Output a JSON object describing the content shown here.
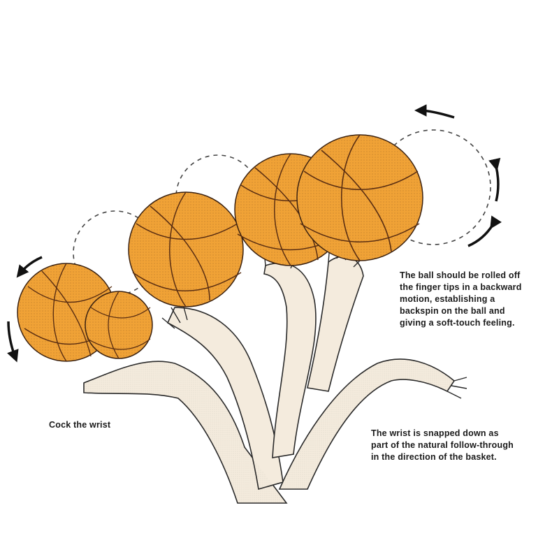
{
  "captions": {
    "backspin": [
      "The ball should be rolled off",
      "the finger tips in a backward",
      "motion, establishing  a",
      "backspin on the ball and",
      "giving a soft-touch feeling."
    ],
    "cock_wrist": [
      "Cock the wrist"
    ],
    "wrist_snap": [
      "The wrist is snapped down as",
      "part of the natural follow-through",
      "in the direction of the basket."
    ]
  },
  "colors": {
    "ball_fill": "#f0a236",
    "ball_seam": "#5a2e12",
    "arm_outline": "#2a2a2a",
    "arm_fill": "#f4ebdd",
    "arrow": "#111111",
    "text": "#1a1a1a"
  },
  "icons": [
    "rotation-arrow-icon"
  ]
}
